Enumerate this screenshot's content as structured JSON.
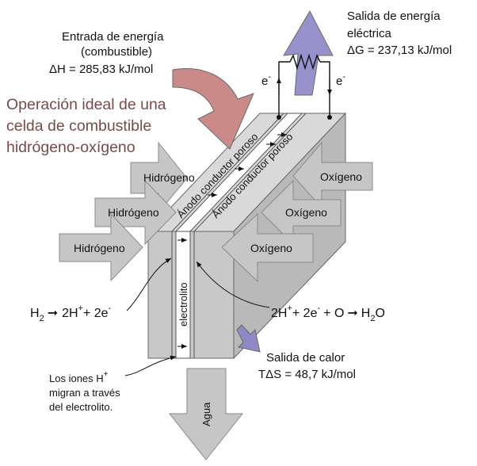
{
  "title": {
    "line1": "Operación ideal de una",
    "line2": "celda de combustible",
    "line3": "hidrógeno-oxígeno"
  },
  "energy_in": {
    "line1": "Entrada de energía",
    "line2": "(combustible)",
    "line3": "ΔH = 285,83 kJ/mol"
  },
  "energy_out": {
    "line1": "Salida de energía",
    "line2": "eléctrica",
    "line3": "ΔG = 237,13 kJ/mol"
  },
  "heat_out": {
    "line1": "Salida de calor",
    "line2": "TΔS = 48,7 kJ/mol"
  },
  "electron_label": "e",
  "electron_sup": "-",
  "hydrogen_label": "Hidrógeno",
  "oxygen_label": "Oxígeno",
  "water_label": "Agua",
  "anode_label": "Ánodo conductor poroso",
  "electrolyte_label": "electrolito",
  "left_reaction": {
    "h": "H",
    "h_sub": "2",
    "arrow": "➞",
    "products": "2H",
    "plus_sup": "+",
    "rest": "+ 2e",
    "minus_sup": "-"
  },
  "right_reaction": {
    "reactants": "2H",
    "plus_sup": "+",
    "mid": "+ 2e",
    "minus_sup": "-",
    "rest": "+ O",
    "arrow": "➞",
    "product": "H",
    "product_sub": "2",
    "product_end": "O"
  },
  "ions_note": {
    "line1": "Los iones H",
    "sup": "+",
    "line2": "migran a través",
    "line3": "del electrolito."
  },
  "colors": {
    "block_front": "#c8c8c8",
    "block_top": "#d9d9d9",
    "block_side": "#b9b9b9",
    "gas_arrow": "#c6c6c6",
    "energy_in_arrow": "#c98a88",
    "energy_out_arrow": "#9892cc",
    "title_text": "#7a4a4a"
  }
}
